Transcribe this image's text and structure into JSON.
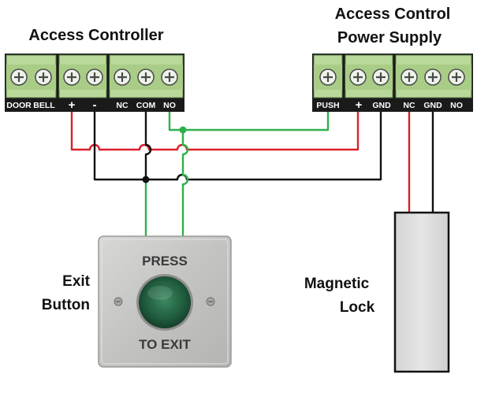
{
  "labels": {
    "access_controller": "Access Controller",
    "power_supply_line1": "Access Control",
    "power_supply_line2": "Power Supply",
    "exit_button_line1": "Exit",
    "exit_button_line2": "Button",
    "magnetic_lock_line1": "Magnetic",
    "magnetic_lock_line2": "Lock"
  },
  "controller_terminals": {
    "door": "DOOR",
    "bell": "BELL",
    "plus": "+",
    "minus": "-",
    "nc": "NC",
    "com": "COM",
    "no": "NO"
  },
  "psu_terminals": {
    "push": "PUSH",
    "plus": "+",
    "gnd": "GND",
    "nc": "NC",
    "gnd2": "GND",
    "no": "NO"
  },
  "exit_button_text": {
    "top": "PRESS",
    "bottom": "TO EXIT"
  },
  "colors": {
    "wire_red": "#d9202a",
    "wire_black": "#111111",
    "wire_green": "#2fb04a",
    "terminal_green": "#b9d99a",
    "terminal_dark": "#1a1a1a"
  }
}
